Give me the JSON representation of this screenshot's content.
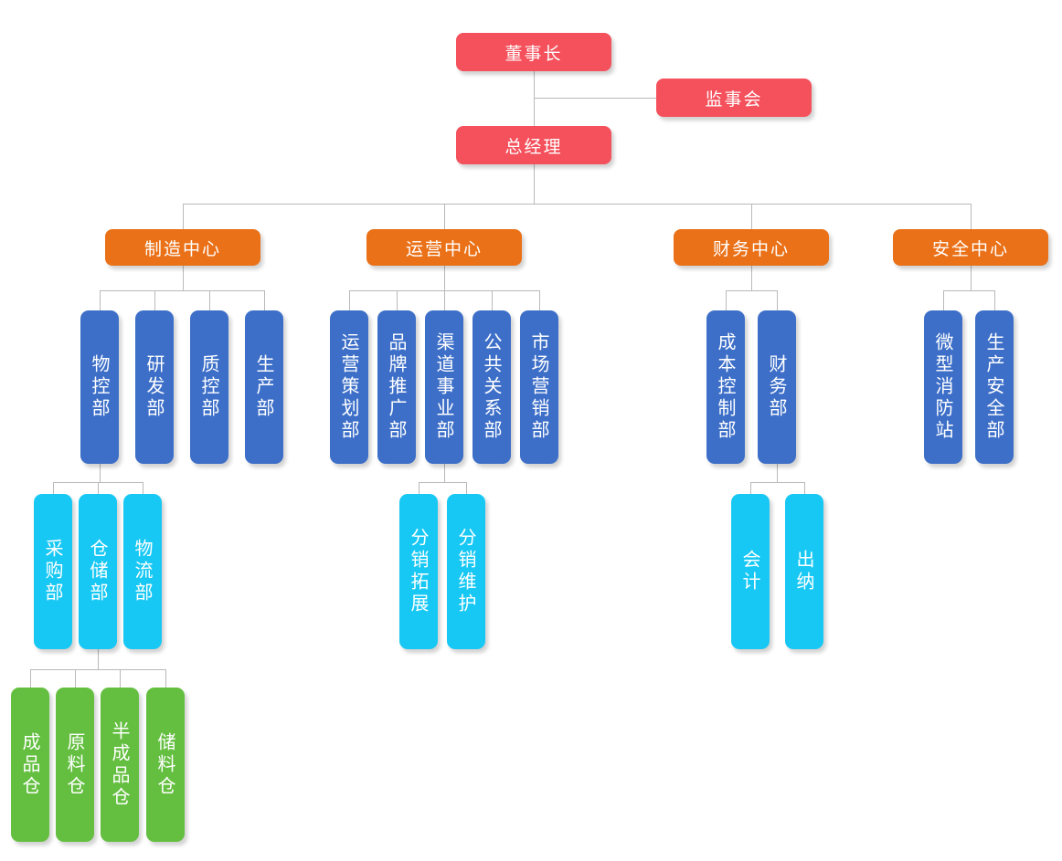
{
  "colors": {
    "level1": "#f4515c",
    "level2": "#ea7118",
    "level3": "#3d6fc8",
    "level4": "#18c8f4",
    "level5": "#64bf40",
    "line": "#b9b9b9",
    "text": "#ffffff",
    "background": "#ffffff"
  },
  "org": {
    "chairman": {
      "label": "董事长"
    },
    "supervisory_board": {
      "label": "监事会"
    },
    "general_manager": {
      "label": "总经理"
    },
    "centers": [
      {
        "label": "制造中心",
        "departments": [
          {
            "label": "物控部",
            "children": [
              {
                "label": "采购部"
              },
              {
                "label": "仓储部",
                "children": [
                  {
                    "label": "成品仓"
                  },
                  {
                    "label": "原料仓"
                  },
                  {
                    "label": "半成品仓"
                  },
                  {
                    "label": "储料仓"
                  }
                ]
              },
              {
                "label": "物流部"
              }
            ]
          },
          {
            "label": "研发部"
          },
          {
            "label": "质控部"
          },
          {
            "label": "生产部"
          }
        ]
      },
      {
        "label": "运营中心",
        "departments": [
          {
            "label": "运营策划部"
          },
          {
            "label": "品牌推广部"
          },
          {
            "label": "渠道事业部",
            "children": [
              {
                "label": "分销拓展"
              },
              {
                "label": "分销维护"
              }
            ]
          },
          {
            "label": "公共关系部"
          },
          {
            "label": "市场营销部"
          }
        ]
      },
      {
        "label": "财务中心",
        "departments": [
          {
            "label": "成本控制部"
          },
          {
            "label": "财务部",
            "children": [
              {
                "label": "会计"
              },
              {
                "label": "出纳"
              }
            ]
          }
        ]
      },
      {
        "label": "安全中心",
        "departments": [
          {
            "label": "微型消防站"
          },
          {
            "label": "生产安全部"
          }
        ]
      }
    ]
  }
}
